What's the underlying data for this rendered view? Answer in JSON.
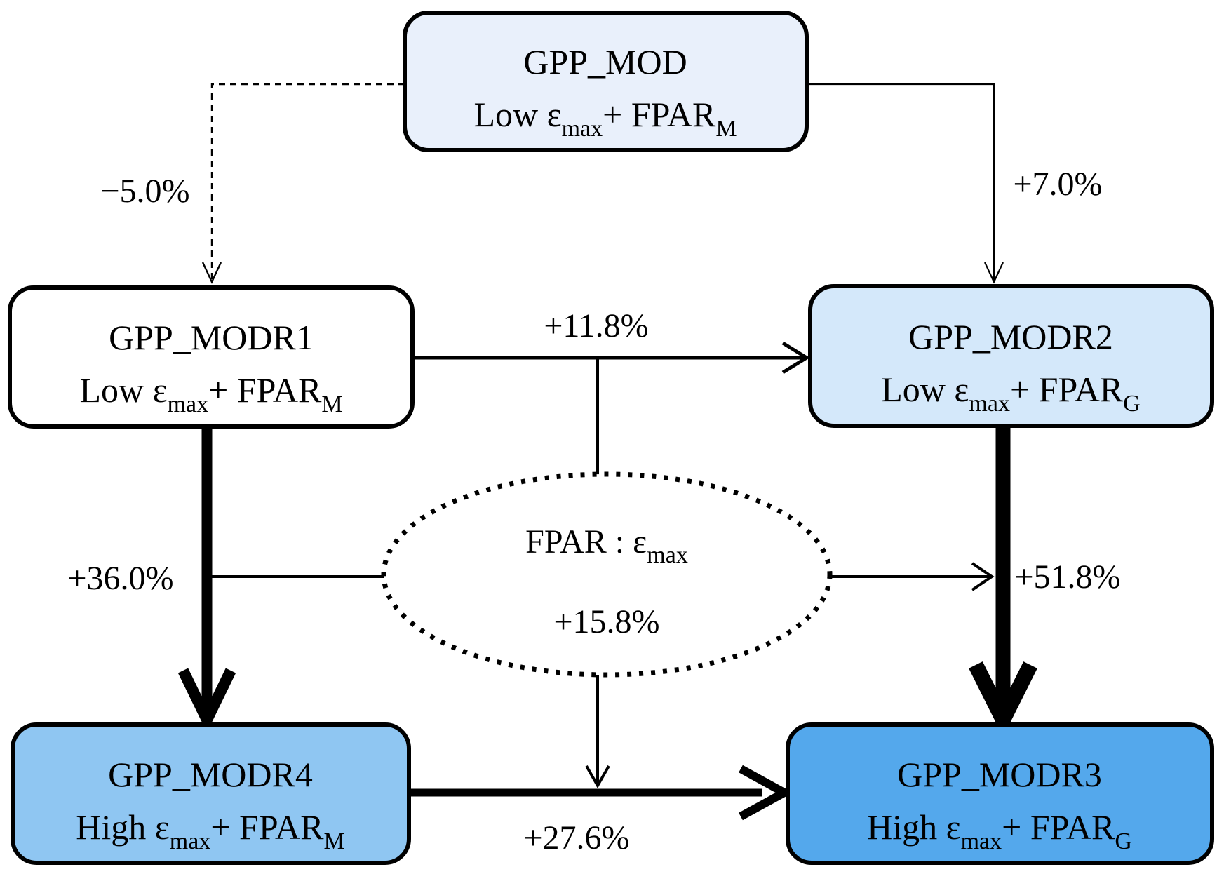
{
  "diagram": {
    "title": "GPP model comparison flow diagram",
    "background_color": "#ffffff",
    "line_color": "#000000",
    "nodes": {
      "mod": {
        "title": "GPP_MOD",
        "desc_prefix": "Low ε",
        "desc_sub1": "max",
        "desc_mid": "+  FPAR",
        "desc_sub2": "M",
        "fill": "#e9f0fb"
      },
      "modr1": {
        "title": "GPP_MODR1",
        "desc_prefix": "Low ε",
        "desc_sub1": "max",
        "desc_mid": "+  FPAR",
        "desc_sub2": "M",
        "fill": "#ffffff"
      },
      "modr2": {
        "title": "GPP_MODR2",
        "desc_prefix": "Low ε",
        "desc_sub1": "max",
        "desc_mid": "+  FPAR",
        "desc_sub2": "G",
        "fill": "#d4e8fa"
      },
      "modr4": {
        "title": "GPP_MODR4",
        "desc_prefix": "High ε",
        "desc_sub1": "max",
        "desc_mid": "+  FPAR",
        "desc_sub2": "M",
        "fill": "#8fc6f2"
      },
      "modr3": {
        "title": "GPP_MODR3",
        "desc_prefix": "High ε",
        "desc_sub1": "max",
        "desc_mid": "+  FPAR",
        "desc_sub2": "G",
        "fill": "#54a8ec"
      }
    },
    "edges": {
      "mod_to_modr1": {
        "label": "−5.0%",
        "style": "dashed-thin"
      },
      "mod_to_modr2": {
        "label": "+7.0%",
        "style": "solid-thin"
      },
      "modr1_to_modr2": {
        "label": "+11.8%",
        "style": "solid-medium"
      },
      "modr1_to_modr4": {
        "label": "+36.0%",
        "style": "solid-thick"
      },
      "modr2_to_modr3": {
        "label": "+51.8%",
        "style": "solid-extra-thick"
      },
      "modr4_to_modr3": {
        "label": "+27.6%",
        "style": "solid-thick"
      }
    },
    "interaction": {
      "label_prefix": "FPAR : ε",
      "label_sub": "max",
      "value": "+15.8%"
    }
  }
}
